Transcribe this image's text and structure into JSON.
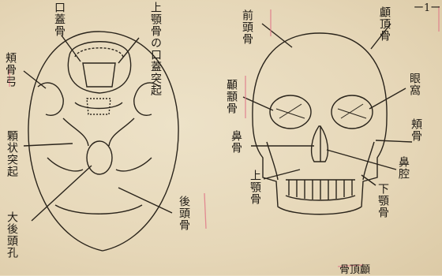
{
  "labels": {
    "palatine": "口蓋骨",
    "maxilla_palatine_process": "上顎骨の口蓋突起",
    "zygomatic_arch": "頬骨弓",
    "styloid_process": "顆状突起",
    "foramen_magnum": "大後頭孔",
    "occipital_bottom": "後頭骨",
    "frontal": "前頭骨",
    "parietal": "顱頂骨",
    "orbit": "眼窩",
    "zygomatic": "頬骨",
    "temporal": "顳顬骨",
    "nasal": "鼻骨",
    "nasal_cavity": "鼻腔",
    "maxilla": "上顎骨",
    "mandible": "下顎骨",
    "corner_top": "ー1ー",
    "corner_bottom": "骨頂顱"
  },
  "colors": {
    "paper": "#e9dcc0",
    "ink": "#1e1a14",
    "pink_mark": "#e07a8a"
  }
}
